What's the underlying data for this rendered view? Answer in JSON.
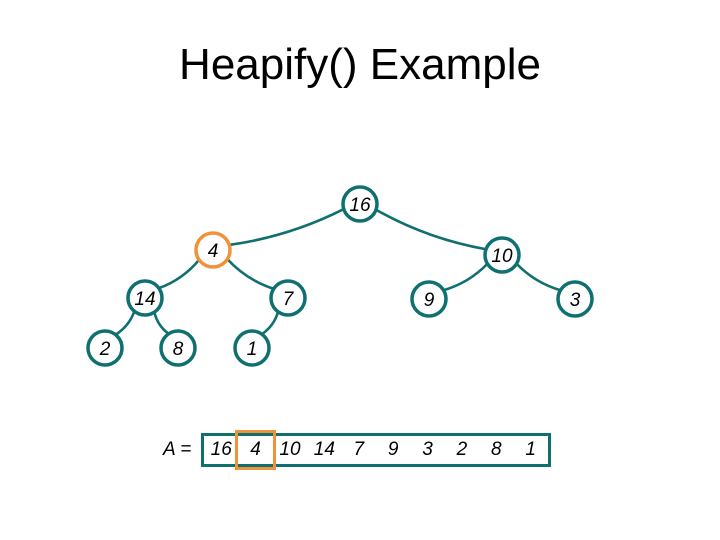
{
  "title": "Heapify() Example",
  "colors": {
    "node": "#107070",
    "highlight": "#f0923a"
  },
  "tree": {
    "nodes": [
      {
        "id": "n1",
        "value": "16",
        "highlight": false
      },
      {
        "id": "n2",
        "value": "4",
        "highlight": true
      },
      {
        "id": "n3",
        "value": "10",
        "highlight": false
      },
      {
        "id": "n4",
        "value": "14",
        "highlight": false
      },
      {
        "id": "n5",
        "value": "7",
        "highlight": false
      },
      {
        "id": "n6",
        "value": "9",
        "highlight": false
      },
      {
        "id": "n7",
        "value": "3",
        "highlight": false
      },
      {
        "id": "n8",
        "value": "2",
        "highlight": false
      },
      {
        "id": "n9",
        "value": "8",
        "highlight": false
      },
      {
        "id": "n10",
        "value": "1",
        "highlight": false
      }
    ],
    "edges": [
      [
        "n1",
        "n2"
      ],
      [
        "n1",
        "n3"
      ],
      [
        "n2",
        "n4"
      ],
      [
        "n2",
        "n5"
      ],
      [
        "n3",
        "n6"
      ],
      [
        "n3",
        "n7"
      ],
      [
        "n4",
        "n8"
      ],
      [
        "n4",
        "n9"
      ],
      [
        "n5",
        "n10"
      ]
    ]
  },
  "array": {
    "label": "A =",
    "cells": [
      {
        "value": "16",
        "highlight": false
      },
      {
        "value": "4",
        "highlight": true
      },
      {
        "value": "10",
        "highlight": false
      },
      {
        "value": "14",
        "highlight": false
      },
      {
        "value": "7",
        "highlight": false
      },
      {
        "value": "9",
        "highlight": false
      },
      {
        "value": "3",
        "highlight": false
      },
      {
        "value": "2",
        "highlight": false
      },
      {
        "value": "8",
        "highlight": false
      },
      {
        "value": "1",
        "highlight": false
      }
    ]
  }
}
